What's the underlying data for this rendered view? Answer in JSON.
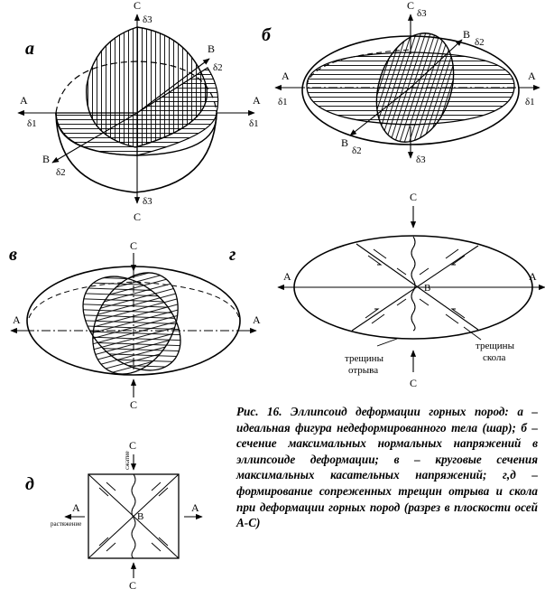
{
  "panels": {
    "a": {
      "letter": "а",
      "labels": {
        "c_top": "C",
        "c_bottom": "C",
        "a_left": "A",
        "a_right": "A",
        "b_top": "B",
        "b_bottom": "B",
        "d1_left": "δ1",
        "d1_right": "δ1",
        "d2_top": "δ2",
        "d2_bottom": "δ2",
        "d3_top": "δ3",
        "d3_bottom": "δ3"
      }
    },
    "b": {
      "letter": "б",
      "labels": {
        "c_top": "C",
        "a_left": "A",
        "a_right": "A",
        "b_top": "B",
        "b_bottom": "B",
        "d1_left": "δ1",
        "d1_right": "δ1",
        "d2_top": "δ2",
        "d2_bottom": "δ2",
        "d3_top": "δ3",
        "d3_bottom": "δ3"
      }
    },
    "v": {
      "letter": "в",
      "labels": {
        "c_top": "C",
        "c_bottom": "C",
        "a_left": "A",
        "a_right": "A"
      }
    },
    "g": {
      "letter": "г",
      "labels": {
        "c_top": "C",
        "c_bottom": "C",
        "a_left": "A",
        "a_right": "A",
        "b": "B",
        "tension_cracks": "трещины\nотрыва",
        "shear_cracks": "трещины\nскола"
      }
    },
    "d": {
      "letter": "д",
      "labels": {
        "c_top": "C",
        "c_bottom": "C",
        "a_left": "A",
        "a_right": "A",
        "b": "B",
        "compression": "сжатие",
        "extension": "растяжение"
      }
    }
  },
  "caption": {
    "title": "Рис. 16. Эллипсоид деформации горных пород:",
    "body": " а – идеальная фигура недеформированного тела (шар); б – сечение максимальных нормальных напряжений в эллипсоиде деформации; в – круговые сечения максимальных касательных напряжений; г,д – формирование сопреженных трещин отрыва и скола при деформации горных пород (разрез в плоскости осей А-С)"
  }
}
